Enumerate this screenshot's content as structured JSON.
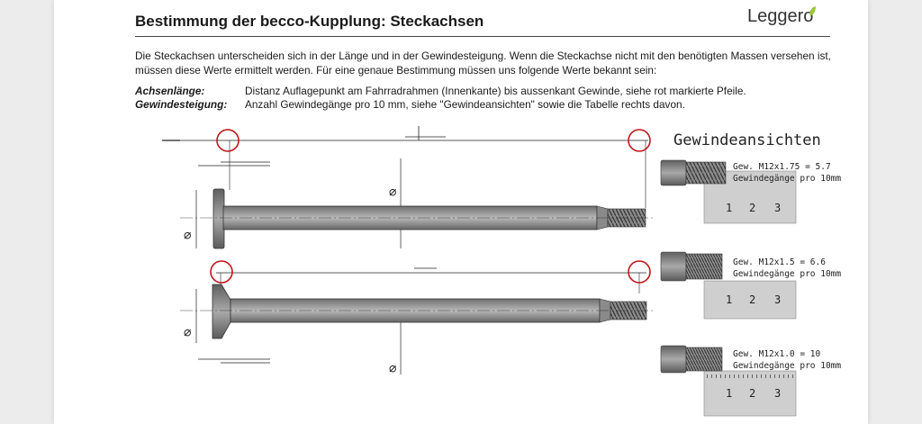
{
  "document": {
    "title": "Bestimmung der becco-Kupplung: Steckachsen",
    "brand": "Leggero",
    "intro": "Die Steckachsen unterscheiden sich in der Länge und in der Gewindesteigung. Wenn die Steckachse nicht mit den benötigten Massen versehen ist, müssen diese Werte ermittelt werden. Für eine genaue Bestimmung müssen uns folgende Werte bekannt sein:",
    "definitions": [
      {
        "term": "Achsenlänge:",
        "text": "Distanz Auflagepunkt am Fahrradrahmen (Innenkante) bis aussenkant Gewinde, siehe rot markierte Pfeile."
      },
      {
        "term": "Gewindesteigung:",
        "text": "Anzahl Gewindegänge pro 10 mm, siehe \"Gewindeansichten\" sowie die Tabelle rechts davon."
      }
    ]
  },
  "drawing": {
    "heading": "Gewindeansichten",
    "diameter_symbol": "⌀",
    "thread_views": [
      {
        "spec": "Gew. M12x1.75 = 5.7",
        "note": "Gewindegänge pro 10mm",
        "scale": [
          "1",
          "2",
          "3"
        ]
      },
      {
        "spec": "Gew. M12x1.5 = 6.6",
        "note": "Gewindegänge pro 10mm",
        "scale": [
          "1",
          "2",
          "3"
        ]
      },
      {
        "spec": "Gew. M12x1.0 = 10",
        "note": "Gewindegänge pro 10mm",
        "scale": [
          "1",
          "2",
          "3"
        ]
      }
    ],
    "colors": {
      "marker": "#c0151a",
      "steel": "#8a8a8a",
      "ruler": "#cfcfcf",
      "line": "#222222"
    }
  }
}
